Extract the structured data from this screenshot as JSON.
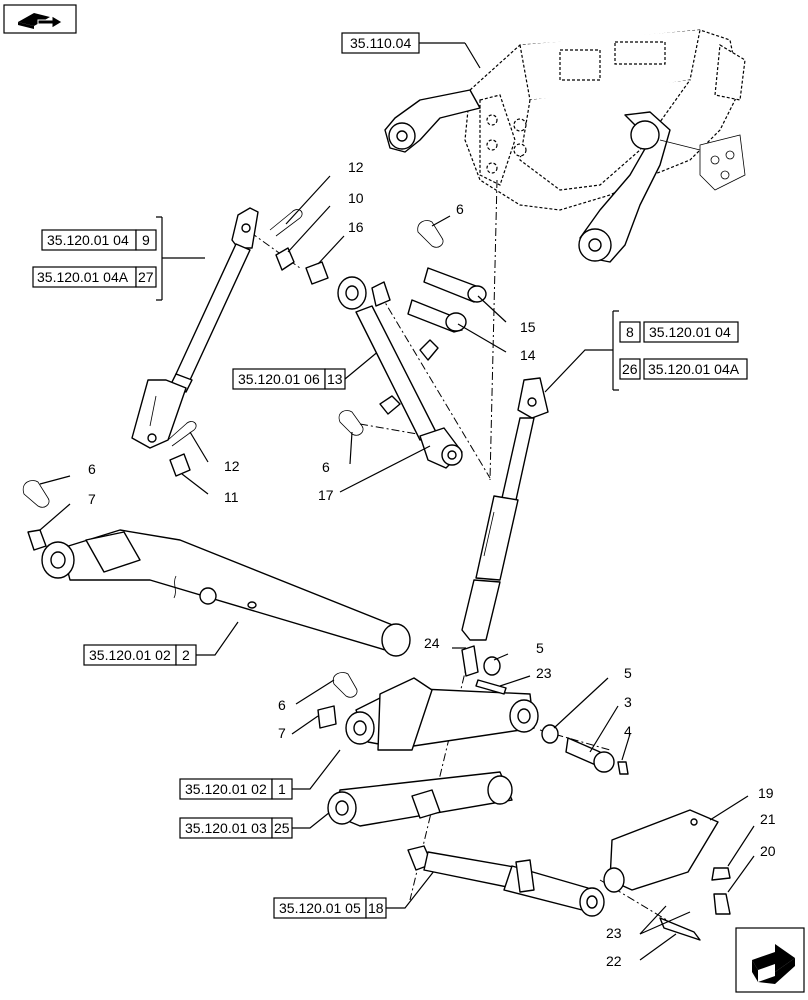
{
  "refs": {
    "ref_35_110_04": "35.110.04",
    "ref_35_120_01_04_a": "35.120.01 04",
    "ref_35_120_01_04_a_num": "9",
    "ref_35_120_01_04a_a": "35.120.01 04A",
    "ref_35_120_01_04a_a_num": "27",
    "ref_35_120_01_06": "35.120.01 06",
    "ref_35_120_01_06_num": "13",
    "ref_35_120_01_04_b_num": "8",
    "ref_35_120_01_04_b": "35.120.01 04",
    "ref_35_120_01_04a_b_num": "26",
    "ref_35_120_01_04a_b": "35.120.01 04A",
    "ref_35_120_01_02_a": "35.120.01 02",
    "ref_35_120_01_02_a_num": "2",
    "ref_35_120_01_02_b": "35.120.01 02",
    "ref_35_120_01_02_b_num": "1",
    "ref_35_120_01_03": "35.120.01 03",
    "ref_35_120_01_03_num": "25",
    "ref_35_120_01_05": "35.120.01 05",
    "ref_35_120_01_05_num": "18"
  },
  "callouts": {
    "c12a": "12",
    "c10": "10",
    "c16": "16",
    "c6a": "6",
    "c15": "15",
    "c14": "14",
    "c12b": "12",
    "c11": "11",
    "c6b": "6",
    "c17": "17",
    "c6c": "6",
    "c7a": "7",
    "c24": "24",
    "c5a": "5",
    "c23a": "23",
    "c5b": "5",
    "c3": "3",
    "c4": "4",
    "c6d": "6",
    "c7b": "7",
    "c19": "19",
    "c21": "21",
    "c20": "20",
    "c23b": "23",
    "c22": "22"
  },
  "icons": {
    "top_left": "book-arrow-icon",
    "bottom_right": "next-page-arrow-icon"
  }
}
